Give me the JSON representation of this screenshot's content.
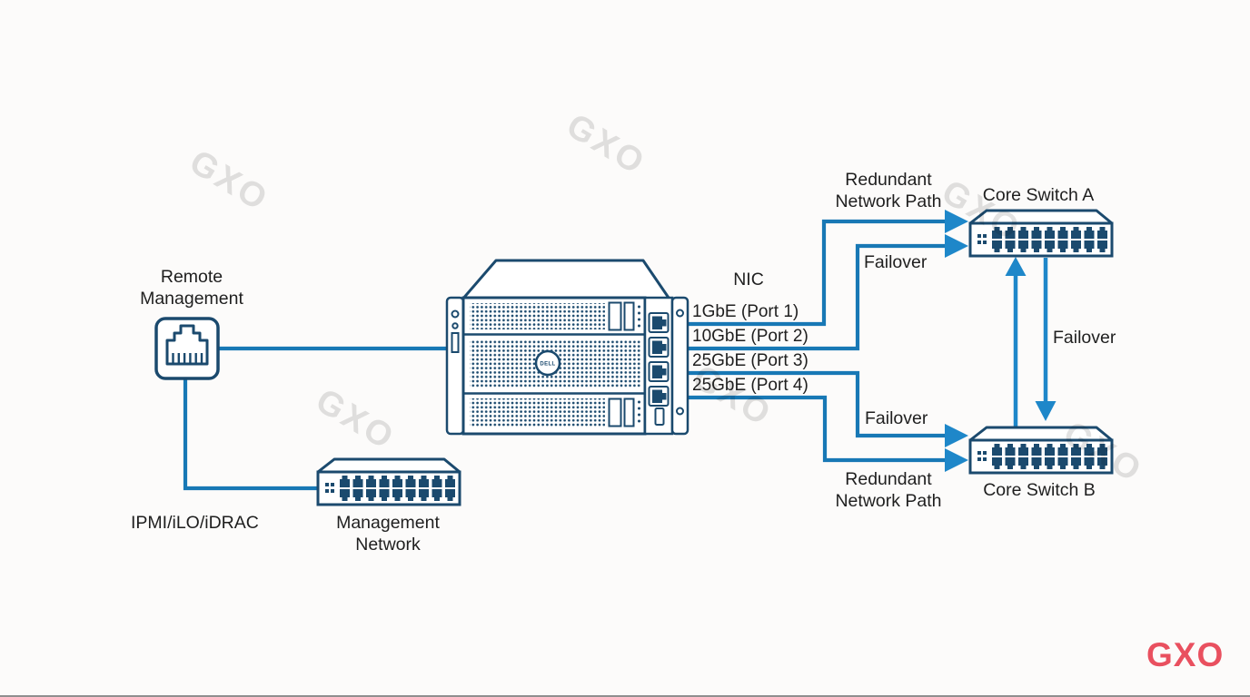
{
  "palette": {
    "outline_navy": "#1b4a6e",
    "line_blue": "#1878b5",
    "arrow_blue": "#1e87c9",
    "text_dark": "#1f1f1f",
    "watermark_gray": "#e2e2e2",
    "brand_red": "#e9505f",
    "background": "#fcfbfa"
  },
  "watermark": {
    "text": "GXO"
  },
  "brand_logo": {
    "text": "GXO"
  },
  "server": {
    "badge": "DELL"
  },
  "labels": {
    "remote_management": "Remote\nManagement",
    "ipmi": "IPMI/iLO/iDRAC",
    "management_network": "Management\nNetwork",
    "nic": "NIC",
    "core_switch_a": "Core Switch A",
    "core_switch_b": "Core Switch B",
    "redundant_path_top": "Redundant\nNetwork Path",
    "failover_top": "Failover",
    "failover_middle": "Failover",
    "failover_bottom": "Failover",
    "redundant_path_bottom": "Redundant\nNetwork Path"
  },
  "nic_ports": [
    "1GbE (Port 1)",
    "10GbE (Port 2)",
    "25GbE (Port 3)",
    "25GbE (Port 4)"
  ]
}
